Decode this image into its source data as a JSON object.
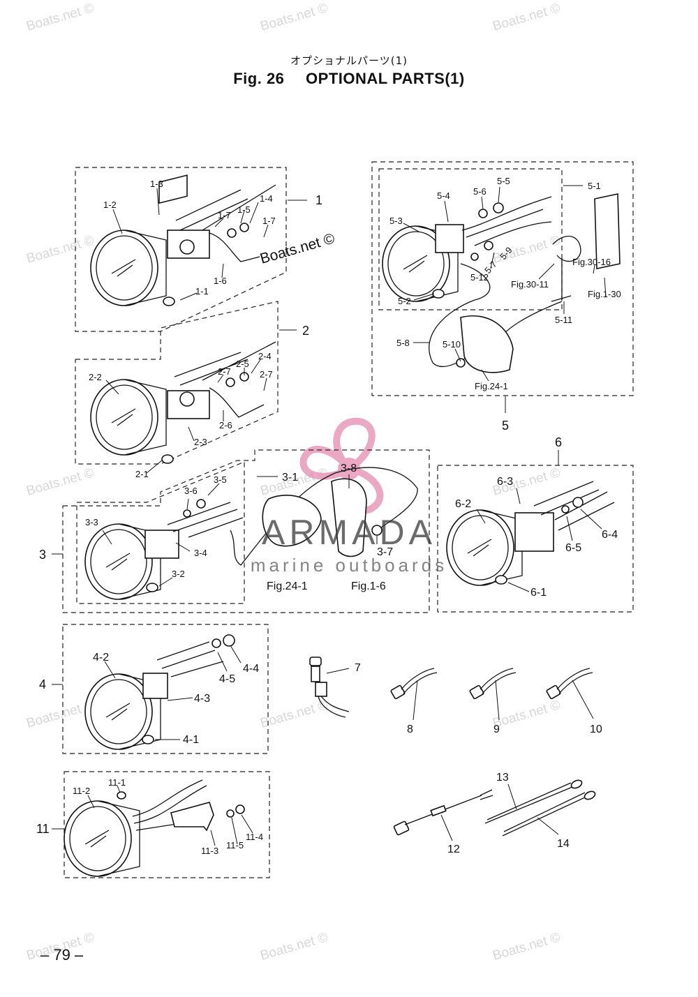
{
  "header": {
    "title_jp": "オプショナルパーツ(1)",
    "fig_label": "Fig. 26",
    "title": "OPTIONAL PARTS(1)"
  },
  "callouts": {
    "g1": [
      "1",
      "1-1",
      "1-2",
      "1-3",
      "1-4",
      "1-5",
      "1-6",
      "1-7",
      "1-7"
    ],
    "g2": [
      "2",
      "2-1",
      "2-2",
      "2-3",
      "2-4",
      "2-5",
      "2-6",
      "2-7",
      "2-7"
    ],
    "g3": [
      "3",
      "3-1",
      "3-2",
      "3-3",
      "3-4",
      "3-5",
      "3-6",
      "3-7",
      "3-8",
      "Fig.24-1",
      "Fig.1-6"
    ],
    "g4": [
      "4",
      "4-1",
      "4-2",
      "4-3",
      "4-4",
      "4-5"
    ],
    "g5": [
      "5",
      "5-1",
      "5-2",
      "5-3",
      "5-4",
      "5-5",
      "5-6",
      "5-7",
      "5-9",
      "5-8",
      "5-10",
      "5-11",
      "5-12",
      "Fig.30-16",
      "Fig.30-11",
      "Fig.1-30",
      "Fig.24-1"
    ],
    "g6": [
      "6",
      "6-1",
      "6-2",
      "6-3",
      "6-4",
      "6-5"
    ],
    "singles": [
      "7",
      "8",
      "9",
      "10"
    ],
    "g11": [
      "11",
      "11-1",
      "11-2",
      "11-3",
      "11-4",
      "11-5"
    ],
    "harness": [
      "12",
      "13",
      "14"
    ]
  },
  "watermarks": {
    "site": "Boats.net ©"
  },
  "brand": {
    "name": "ARMADA",
    "sub": "marine outboards",
    "accent_color": "#e58bb0"
  },
  "footer": {
    "page_number": "– 79 –"
  }
}
